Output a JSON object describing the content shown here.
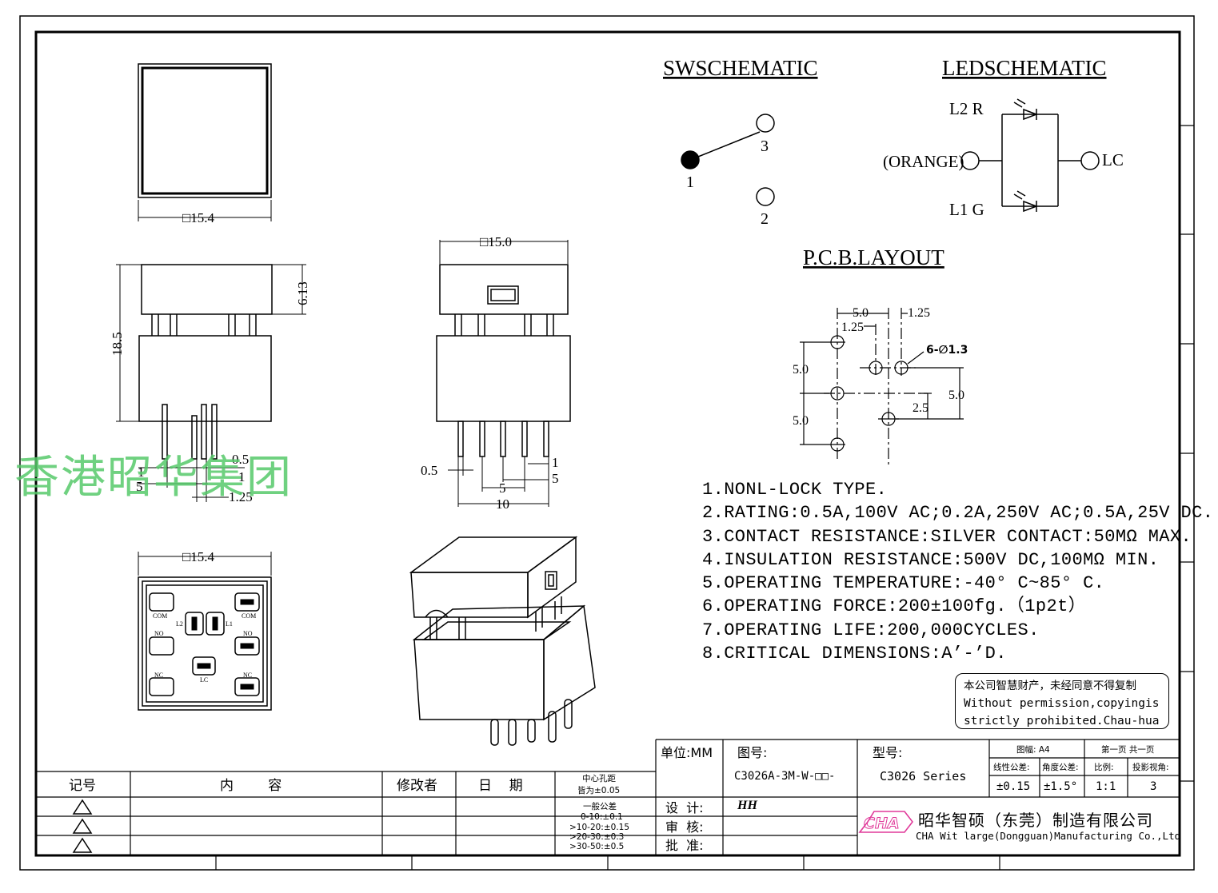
{
  "schematic": {
    "sw_title": "SWSCHEMATIC",
    "led_title": "LEDSCHEMATIC",
    "sw_pins": [
      "1",
      "3",
      "2"
    ],
    "led_labels": {
      "l2": "L2 R",
      "l1": "L1 G",
      "orange": "(ORANGE)",
      "lc": "LC"
    },
    "pcb_title": "P.C.B.LAYOUT",
    "pcb_dims": [
      "5.0",
      "1.25",
      "1.25",
      "6-∅1.3",
      "5.0",
      "5.0",
      "5.0",
      "2.5"
    ]
  },
  "views": {
    "top_dim": "□15.4",
    "side_dims": {
      "height": "18.5",
      "cap": "6.13",
      "pin_w": "0.5",
      "pin_1": "1",
      "pin_1b": "1",
      "pitch": "5",
      "offset": "1.25"
    },
    "front_dims": {
      "width": "□15.0",
      "pin_w": "0.5",
      "p1": "1",
      "p5": "5",
      "p5b": "5",
      "p10": "10"
    },
    "bottom_dim": "□15.4",
    "bottom_labels": {
      "com1": "COM",
      "com2": "COM",
      "no1": "NO",
      "no2": "NO",
      "nc1": "NC",
      "nc2": "NC",
      "l2": "L2",
      "l1": "L1",
      "lc": "LC"
    }
  },
  "specs": [
    "1.NONL-LOCK TYPE.",
    "2.RATING:0.5A,100V AC;0.2A,250V AC;0.5A,25V DC.",
    "3.CONTACT RESISTANCE:SILVER CONTACT:50MΩ MAX.",
    "4.INSULATION RESISTANCE:500V DC,100MΩ MIN.",
    "5.OPERATING TEMPERATURE:-40° C~85° C.",
    "6.OPERATING FORCE:200±100fg.（1p2t）",
    "7.OPERATING LIFE:200,000CYCLES.",
    "8.CRITICAL DIMENSIONS:A’-’D."
  ],
  "watermark": "香港昭华集团",
  "notice": {
    "cn": "本公司智慧财产，未经同意不得复制",
    "en1": "Without permission,copyingis",
    "en2": "strictly prohibited.Chau-hua"
  },
  "title_block": {
    "unit_label": "单位:MM",
    "drawing_no_label": "图号:",
    "drawing_no": "C3026A-3M-W-□□-",
    "model_label": "型号:",
    "model": "C3026 Series",
    "paper": "图幅: A4",
    "page": "第一页 共一页",
    "line_tol_label": "线性公差:",
    "angle_tol_label": "角度公差:",
    "scale_label": "比例:",
    "proj_label": "投影视角:",
    "line_tol": "±0.15",
    "angle_tol": "±1.5°",
    "scale": "1:1",
    "proj": "3",
    "design_label": "设  计:",
    "review_label": "审  核:",
    "approve_label": "批  准:",
    "designer": "HH",
    "company_cn": "昭华智硕（东莞）制造有限公司",
    "company_en": "CHA Wit large(Dongguan)Manufacturing Co.,Ltd",
    "logo_text": "CHA"
  },
  "revision": {
    "h_no": "记号",
    "h_content": "内        容",
    "h_editor": "修改者",
    "h_date": "日    期",
    "center_hole_1": "中心孔距",
    "center_hole_2": "皆为±0.05",
    "gen_tol": [
      "一般公差",
      "0-10:±0.1",
      ">10-20:±0.15",
      ">20-30:±0.3",
      ">30-50:±0.5"
    ]
  }
}
